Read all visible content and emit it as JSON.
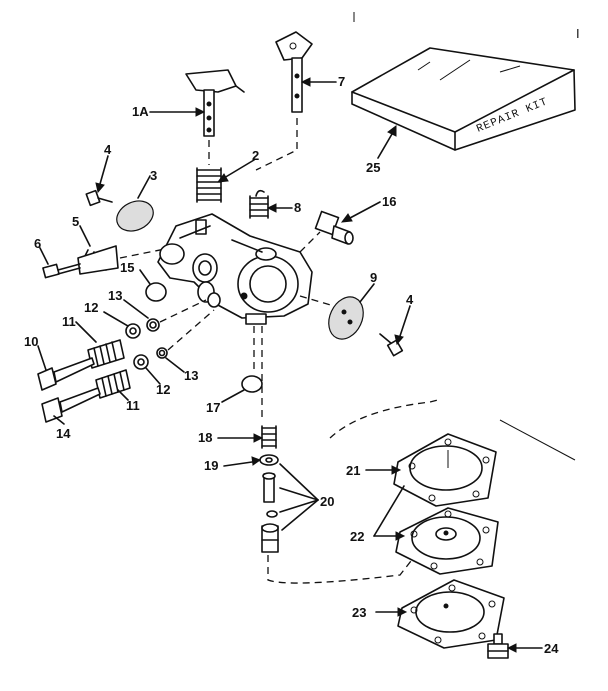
{
  "labels": {
    "p1a": "1A",
    "p2": "2",
    "p3": "3",
    "p4a": "4",
    "p4b": "4",
    "p5": "5",
    "p6": "6",
    "p7": "7",
    "p8": "8",
    "p9": "9",
    "p10": "10",
    "p11a": "11",
    "p11b": "11",
    "p12a": "12",
    "p12b": "12",
    "p13a": "13",
    "p13b": "13",
    "p14": "14",
    "p15": "15",
    "p16": "16",
    "p17": "17",
    "p18": "18",
    "p19": "19",
    "p20": "20",
    "p21": "21",
    "p22": "22",
    "p23": "23",
    "p24": "24",
    "p25": "25",
    "corner": "I"
  },
  "repair_kit_text": "REPAIR KIT"
}
